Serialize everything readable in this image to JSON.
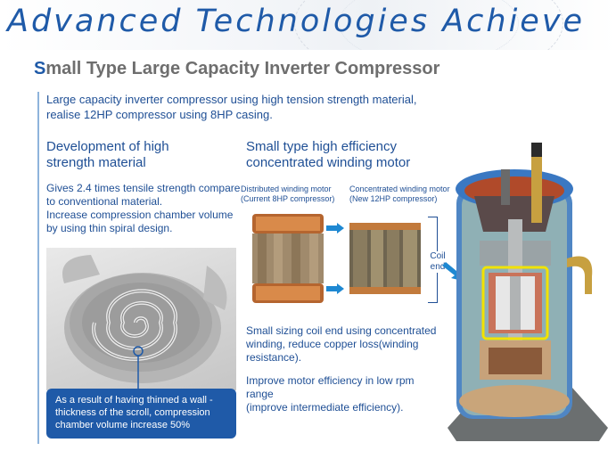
{
  "header": {
    "title": "Advanced Technologies Achieve"
  },
  "section": {
    "subtitle_first": "S",
    "subtitle_rest": "mall Type Large Capacity Inverter Compressor",
    "intro_line1": "Large capacity inverter compressor using high tension strength material,",
    "intro_line2": "realise 12HP compressor using 8HP casing."
  },
  "left_column": {
    "heading_line1": "Development of high",
    "heading_line2": "strength material",
    "body_line1": "Gives 2.4 times tensile strength compare",
    "body_line2": "to conventional material.",
    "body_line3": "Increase compression chamber volume",
    "body_line4": "by using thin spiral design.",
    "callout_line1": "As a result of having thinned a wall -",
    "callout_line2": "thickness of the scroll, compression",
    "callout_line3": "chamber volume increase 50%"
  },
  "middle_column": {
    "heading_line1": "Small type high efficiency",
    "heading_line2": "concentrated winding motor",
    "distributed_line1": "Distributed winding motor",
    "distributed_line2": "(Current 8HP compressor)",
    "concentrated_line1": "Concentrated winding motor",
    "concentrated_line2": "(New 12HP compressor)",
    "coil_line1": "Coil",
    "coil_line2": "end",
    "text1_line1": "Small sizing coil end using concentrated",
    "text1_line2": "winding, reduce copper loss(winding",
    "text1_line3": "resistance).",
    "text2_line1": "Improve motor efficiency in low rpm range",
    "text2_line2": "(improve intermediate efficiency)."
  },
  "colors": {
    "brand_blue": "#1f5aa8",
    "text_blue": "#1f4f95",
    "arrow_blue": "#1e88d2",
    "subtitle_gray": "#6e6e6e"
  }
}
